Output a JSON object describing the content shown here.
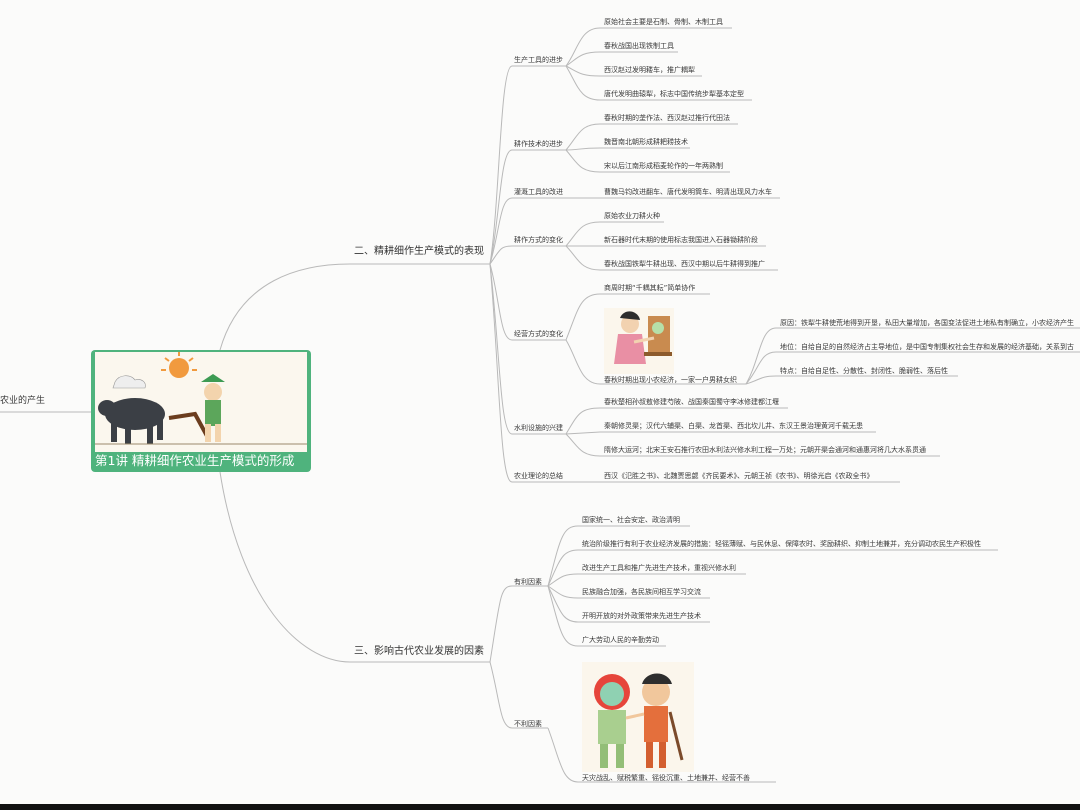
{
  "root": {
    "title": "第1讲 精耕细作农业生产模式的形成"
  },
  "left_node": "农业的产生",
  "sections": [
    {
      "label": "二、精耕细作生产模式的表现",
      "branches": [
        {
          "label": "生产工具的进步",
          "items": [
            "原始社会主要是石制、骨制、木制工具",
            "春秋战国出现铁制工具",
            "西汉赵过发明耧车，推广耦犁",
            "唐代发明曲辕犁，标志中国传统步犁基本定型"
          ]
        },
        {
          "label": "耕作技术的进步",
          "items": [
            "春秋时期的垄作法、西汉赵过推行代田法",
            "魏晋南北朝形成耕耙耢技术",
            "宋以后江南形成稻麦轮作的一年两熟制"
          ]
        },
        {
          "label": "灌溉工具的改进",
          "items": [
            "曹魏马钧改进翻车、唐代发明筒车、明清出现风力水车"
          ]
        },
        {
          "label": "耕作方式的变化",
          "items": [
            "原始农业刀耕火种",
            "新石器时代末期的使用标志我国进入石器锄耕阶段",
            "春秋战国铁犁牛耕出现、西汉中期以后牛耕得到推广"
          ]
        },
        {
          "label": "经营方式的变化",
          "items": [
            "商周时期“千耦其耘”简单协作",
            "春秋时期出现小农经济，一家一户男耕女织"
          ],
          "sub": [
            "原因：铁犁牛耕使荒地得到开垦，私田大量增加，各国变法促进土地私有制确立，小农经济产生",
            "地位：自给自足的自然经济占主导地位，是中国专制集权社会生存和发展的经济基础，关系到古",
            "特点：自给自足性、分散性、封闭性、脆弱性、落后性"
          ]
        },
        {
          "label": "水利设施的兴建",
          "items": [
            "春秋楚相孙叔敖修建芍陂、战国秦国蜀守李冰修建都江堰",
            "秦朝修灵渠；汉代六辅渠、白渠、龙首渠、西北坎儿井、东汉王景治理黄河千载无患",
            "隋修大运河；北宋王安石推行农田水利法兴修水利工程一万处；元朝开渠会通河和通惠河将几大水系贯通"
          ]
        },
        {
          "label": "农业理论的总结",
          "items": [
            "西汉《氾胜之书》、北魏贾思勰《齐民要术》、元朝王祯《农书》、明徐光启《农政全书》"
          ]
        }
      ]
    },
    {
      "label": "三、影响古代农业发展的因素",
      "branches": [
        {
          "label": "有利因素",
          "items": [
            "国家统一、社会安定、政治清明",
            "统治阶级推行有利于农业经济发展的措施：轻徭薄赋、与民休息、保障农时、奖励耕织、抑制土地兼并，充分调动农民生产积极性",
            "改进生产工具和推广先进生产技术，重视兴修水利",
            "民族融合加强，各民族间相互学习交流",
            "开明开放的对外政策带来先进生产技术",
            "广大劳动人民的辛勤劳动"
          ]
        },
        {
          "label": "不利因素",
          "items": [
            "天灾战乱、赋税繁重、徭役沉重、土地兼并、经营不善"
          ]
        }
      ]
    }
  ],
  "colors": {
    "root_fill": "#4fb37d",
    "line": "#b8b8b8",
    "text": "#3a3a3a"
  }
}
